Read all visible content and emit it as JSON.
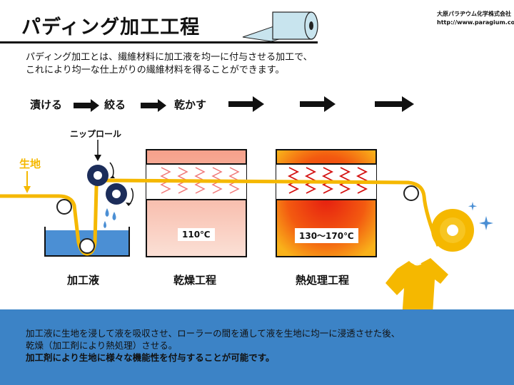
{
  "header": {
    "title": "パディング加工工程",
    "company_name": "大原パラヂウム化学株式会社",
    "company_url": "http://www.paragium.co.jp"
  },
  "intro": {
    "line1": "パディング加工とは、繊維材料に加工液を均一に付与させる加工で、",
    "line2": "これにより均一な仕上がりの繊維材料を得ることができます。"
  },
  "steps": [
    "漬ける",
    "絞る",
    "乾かす"
  ],
  "diagram": {
    "fabric_label": "生地",
    "nip_roll_label": "ニップロール",
    "processing_liquid_label": "加工液",
    "drying_label": "乾燥工程",
    "drying_temp": "110℃",
    "heat_label": "熱処理工程",
    "heat_temp": "130〜170℃"
  },
  "footer": {
    "line1": "加工液に生地を浸して液を吸収させ、ローラーの間を通して液を生地に均一に浸透させた後、",
    "line2": "乾燥（加工剤により熱処理）させる。",
    "line3": "加工剤により生地に様々な機能性を付与することが可能です。"
  },
  "colors": {
    "fabric": "#f5b800",
    "liquid": "#4b8fd4",
    "footer_bg": "#3c83c6",
    "accent_blue": "#1c2d5a"
  }
}
